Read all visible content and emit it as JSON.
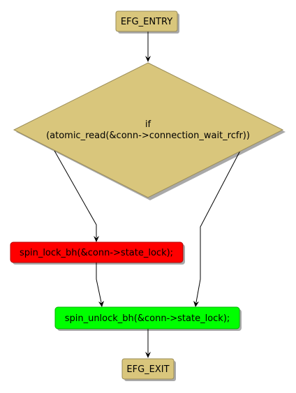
{
  "colors": {
    "terminal_fill": "#D9C67C",
    "terminal_stroke": "#9A8C58",
    "decision_fill": "#D9C67C",
    "decision_stroke": "#9A8C58",
    "lock_fill": "#FF0000",
    "unlock_fill": "#00FF00",
    "shadow": "#A9A9A9",
    "edge": "#000000"
  },
  "nodes": {
    "entry": {
      "label": "EFG_ENTRY"
    },
    "decision": {
      "line1": "if",
      "line2": "(atomic_read(&conn->connection_wait_rcfr))"
    },
    "lock": {
      "label": "spin_lock_bh(&conn->state_lock);"
    },
    "unlock": {
      "label": "spin_unlock_bh(&conn->state_lock);"
    },
    "exit": {
      "label": "EFG_EXIT"
    }
  }
}
